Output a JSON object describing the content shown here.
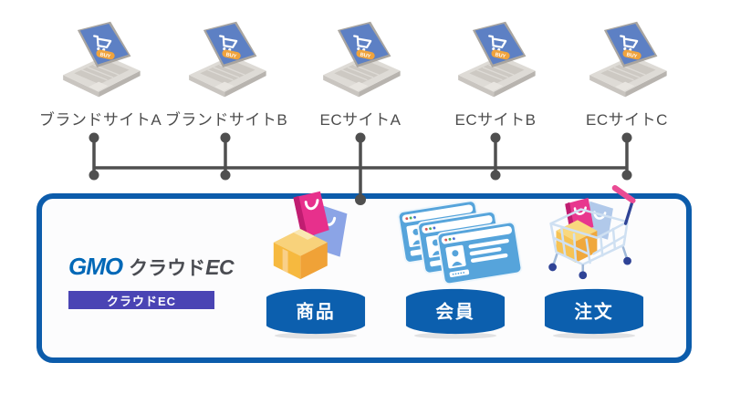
{
  "sites": [
    {
      "label": "ブランドサイトA"
    },
    {
      "label": "ブランドサイトB"
    },
    {
      "label": "ECサイトA"
    },
    {
      "label": "ECサイトB"
    },
    {
      "label": "ECサイトC"
    }
  ],
  "laptop": {
    "button_label": "BUY"
  },
  "platform": {
    "logo": {
      "gmo": "GMO",
      "product": "クラウド",
      "suffix": "EC"
    },
    "badge_label": "クラウドEC",
    "databases": [
      {
        "label": "商品",
        "icon": "shopping-bags-icon"
      },
      {
        "label": "会員",
        "icon": "member-cards-icon"
      },
      {
        "label": "注文",
        "icon": "shopping-cart-icon"
      }
    ]
  },
  "colors": {
    "platform_border": "#0c5cab",
    "database_fill": "#0c5fae",
    "badge_background": "#4a44b4",
    "logo_blue": "#0068b7",
    "logo_gray": "#4a4c52",
    "connector": "#4f4f4f",
    "laptop_screen": "#5d80c4",
    "buy_button": "#efa33d",
    "bag_pink": "#e7308c",
    "bag_blue": "#8ba4e6",
    "box_orange": "#f6b93f",
    "card_blue": "#56a4db",
    "cart_frame": "#2f4396",
    "cart_handle": "#ea4b94"
  }
}
